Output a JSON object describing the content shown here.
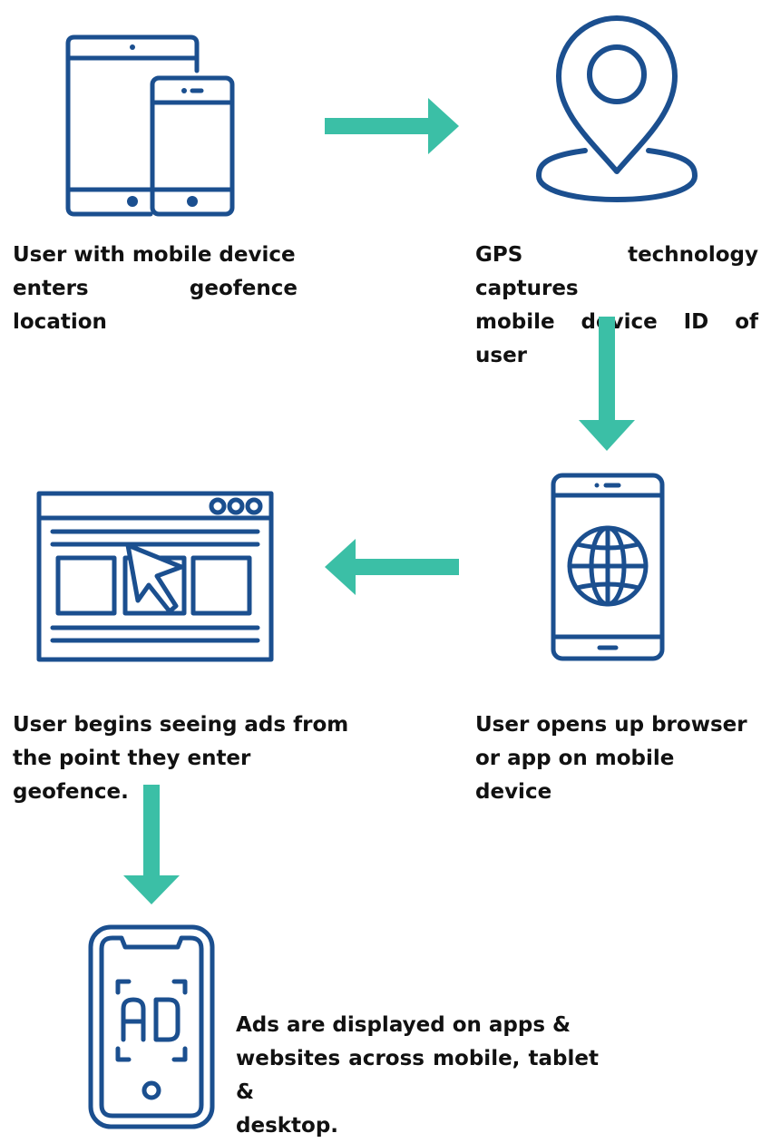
{
  "colors": {
    "icon_stroke": "#1b4f8f",
    "arrow": "#3bbfa6",
    "text": "#111111",
    "background": "#ffffff"
  },
  "steps": [
    {
      "icon": "tablet-and-phone-icon",
      "text_lines": [
        "User with mobile device",
        "enters geofence location"
      ]
    },
    {
      "icon": "location-pin-icon",
      "text_lines": [
        "GPS technology captures",
        "mobile device ID of user"
      ]
    },
    {
      "icon": "phone-globe-icon",
      "text_lines": [
        "User opens up browser",
        "or app on mobile device"
      ]
    },
    {
      "icon": "browser-ads-cursor-icon",
      "text_lines": [
        "User begins seeing ads from",
        "the point they enter geofence."
      ]
    },
    {
      "icon": "phone-ad-icon",
      "text_lines": [
        "Ads are displayed on apps &",
        "websites across mobile, tablet &",
        "desktop."
      ]
    }
  ],
  "arrows": [
    {
      "direction": "right",
      "from": "step-1",
      "to": "step-2"
    },
    {
      "direction": "down",
      "from": "step-2",
      "to": "step-3"
    },
    {
      "direction": "left",
      "from": "step-3",
      "to": "step-4"
    },
    {
      "direction": "down",
      "from": "step-4",
      "to": "step-5"
    }
  ]
}
